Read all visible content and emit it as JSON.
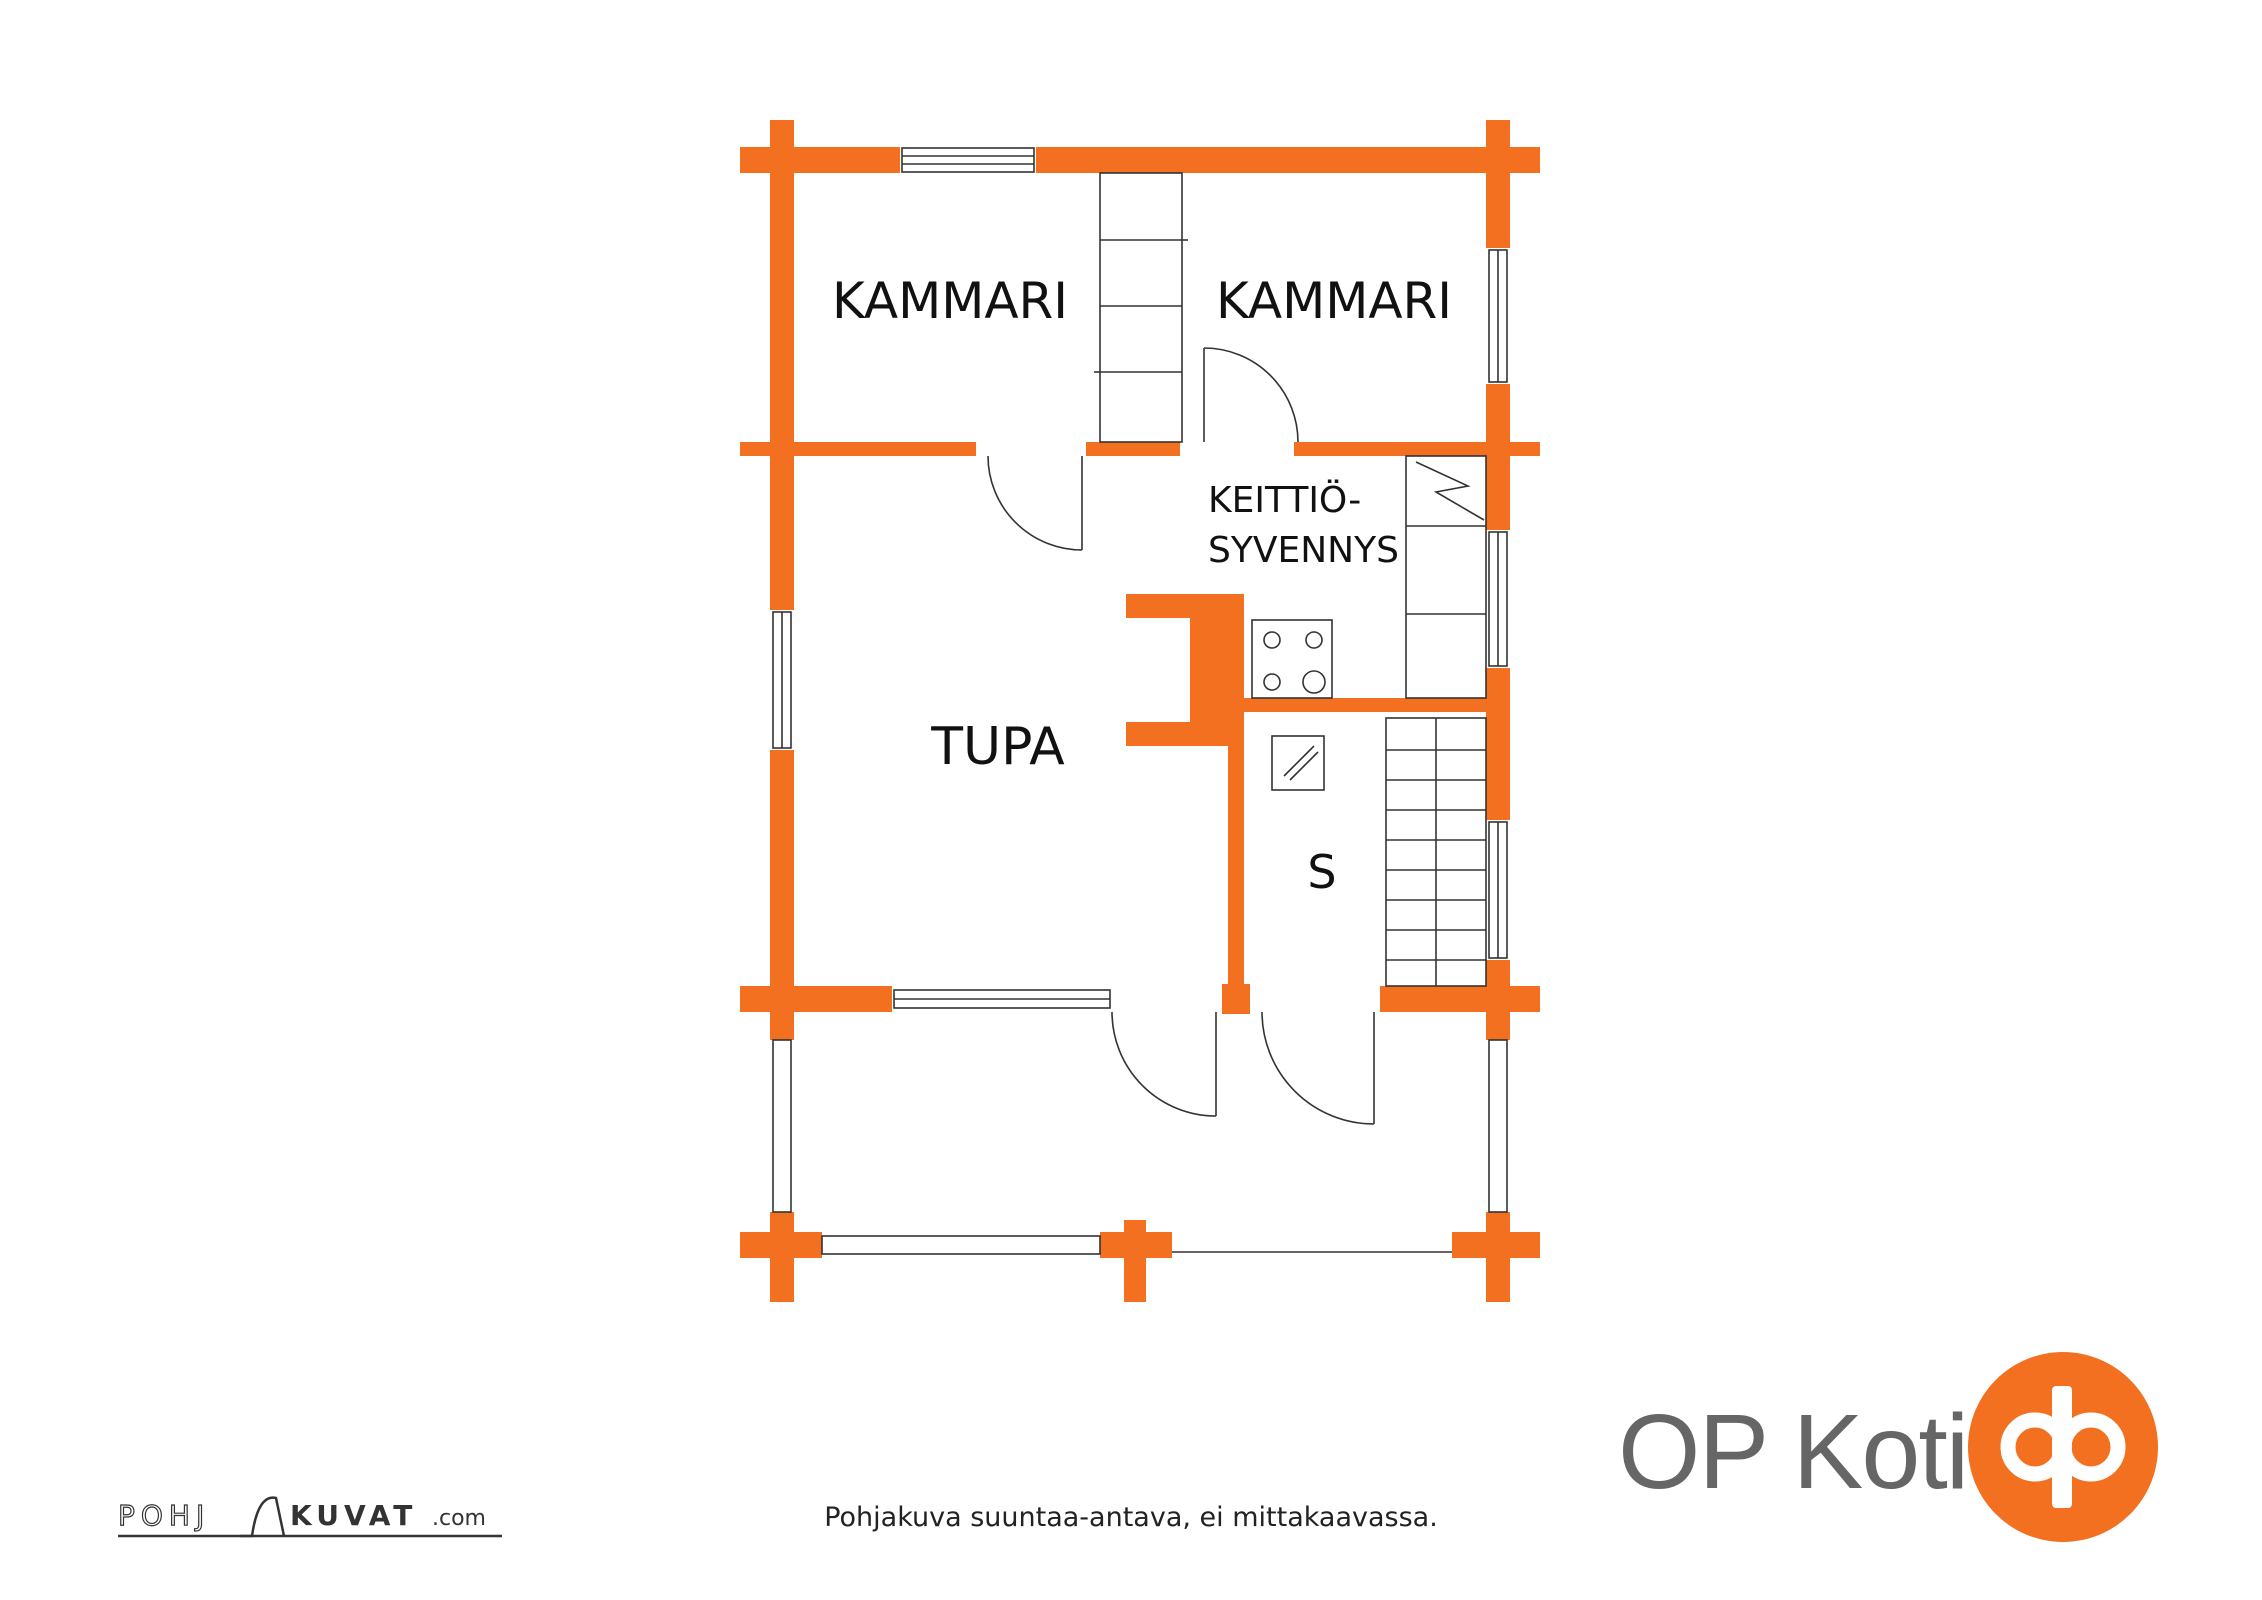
{
  "rooms": {
    "kammari_left": "KAMMARI",
    "kammari_right": "KAMMARI",
    "keittio_line1": "KEITTIÖ-",
    "keittio_line2": "SYVENNYS",
    "tupa": "TUPA",
    "sauna": "S"
  },
  "footer": {
    "disclaimer": "Pohjakuva suuntaa-antava, ei mittakaavassa."
  },
  "branding": {
    "brand_name": "OP Koti",
    "logo_left": "POHJ",
    "logo_right": "KUVAT",
    "logo_suffix": ".com"
  },
  "colors": {
    "wall": "#F37021",
    "line": "#333333",
    "logo_orange": "#F37021"
  }
}
